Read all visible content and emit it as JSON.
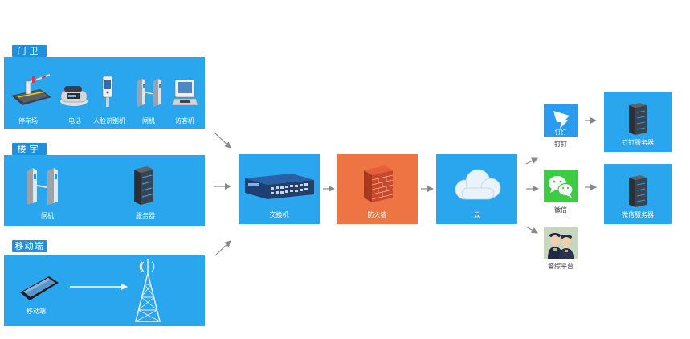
{
  "sections": {
    "gate": {
      "tag": "门卫",
      "items": [
        "停车场",
        "电话",
        "人脸识别机",
        "闸机",
        "访客机"
      ]
    },
    "building": {
      "tag": "楼宇",
      "items": [
        "闸机",
        "服务器"
      ]
    },
    "mobile": {
      "tag": "移动端",
      "items": [
        "移动端"
      ]
    }
  },
  "nodes": {
    "switch": "交换机",
    "firewall": "防火墙",
    "cloud": "云"
  },
  "platforms": {
    "dingtalk": "钉钉",
    "wechat": "微信",
    "police": "警综平台"
  },
  "servers": {
    "dingtalk": "钉钉服务器",
    "wechat": "微信服务器"
  },
  "colors": {
    "panel": "#2aa6ee",
    "tag": "#1f8fe0",
    "firewall": "#ee7444",
    "arrow": "#888888"
  }
}
